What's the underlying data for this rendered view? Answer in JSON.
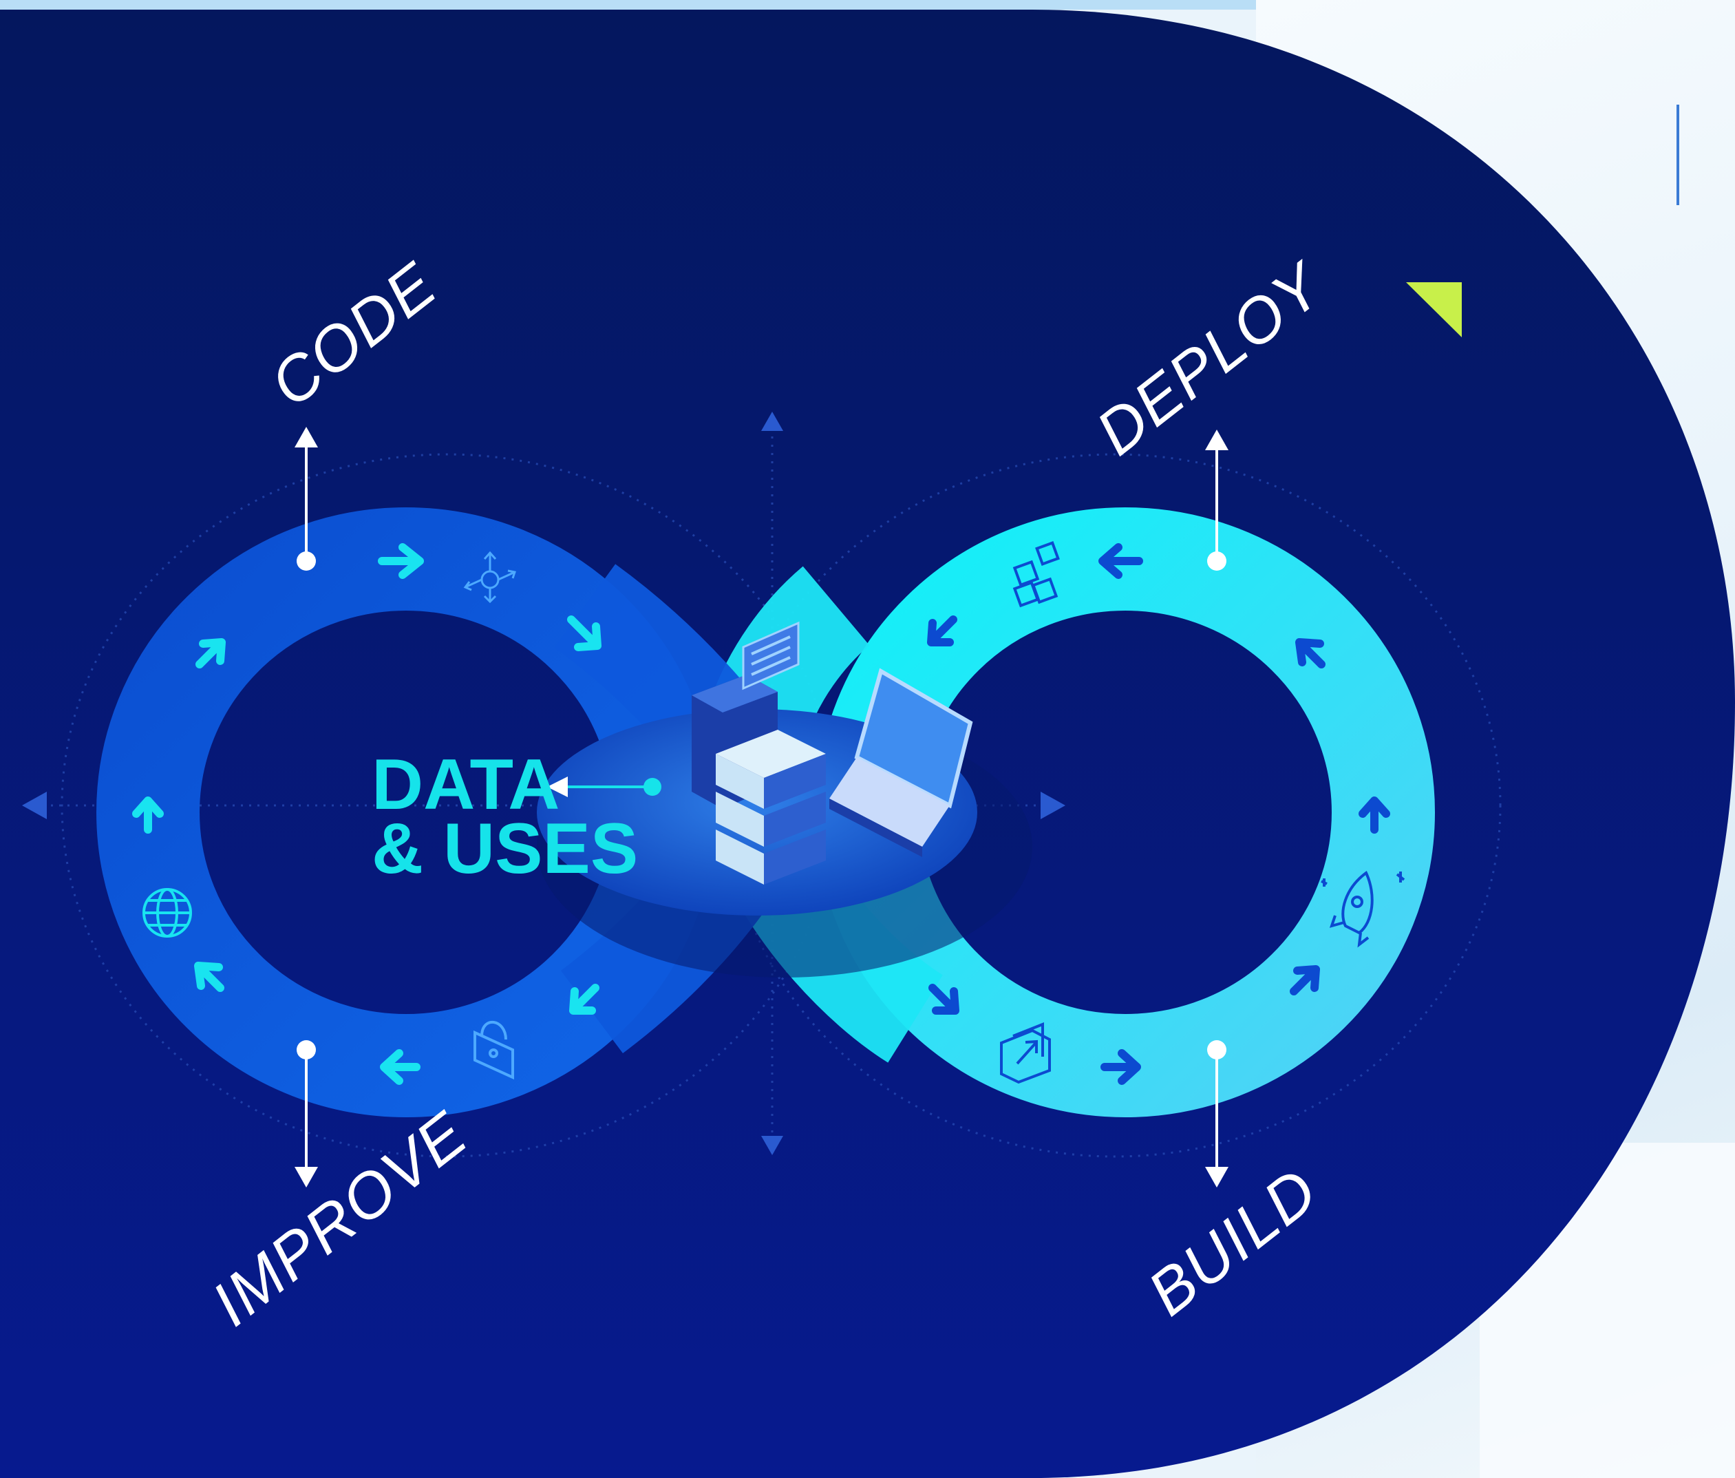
{
  "stages": {
    "code": "CODE",
    "deploy": "DEPLOY",
    "improve": "IMPROVE",
    "build": "BUILD"
  },
  "center": {
    "line1": "DATA",
    "line2": "& USES"
  },
  "colors": {
    "navy_background": "#06136b",
    "left_loop": "#0e55d8",
    "right_loop": "#22e0f5",
    "accent_cyan": "#16e3ea",
    "accent_lime": "#c8f04a",
    "accent_blue_line": "#3a7bd5"
  },
  "icons": [
    "network-icon",
    "lock-icon",
    "globe-icon",
    "blocks-icon",
    "rocket-icon",
    "expand-icon",
    "server-icon",
    "laptop-icon"
  ]
}
